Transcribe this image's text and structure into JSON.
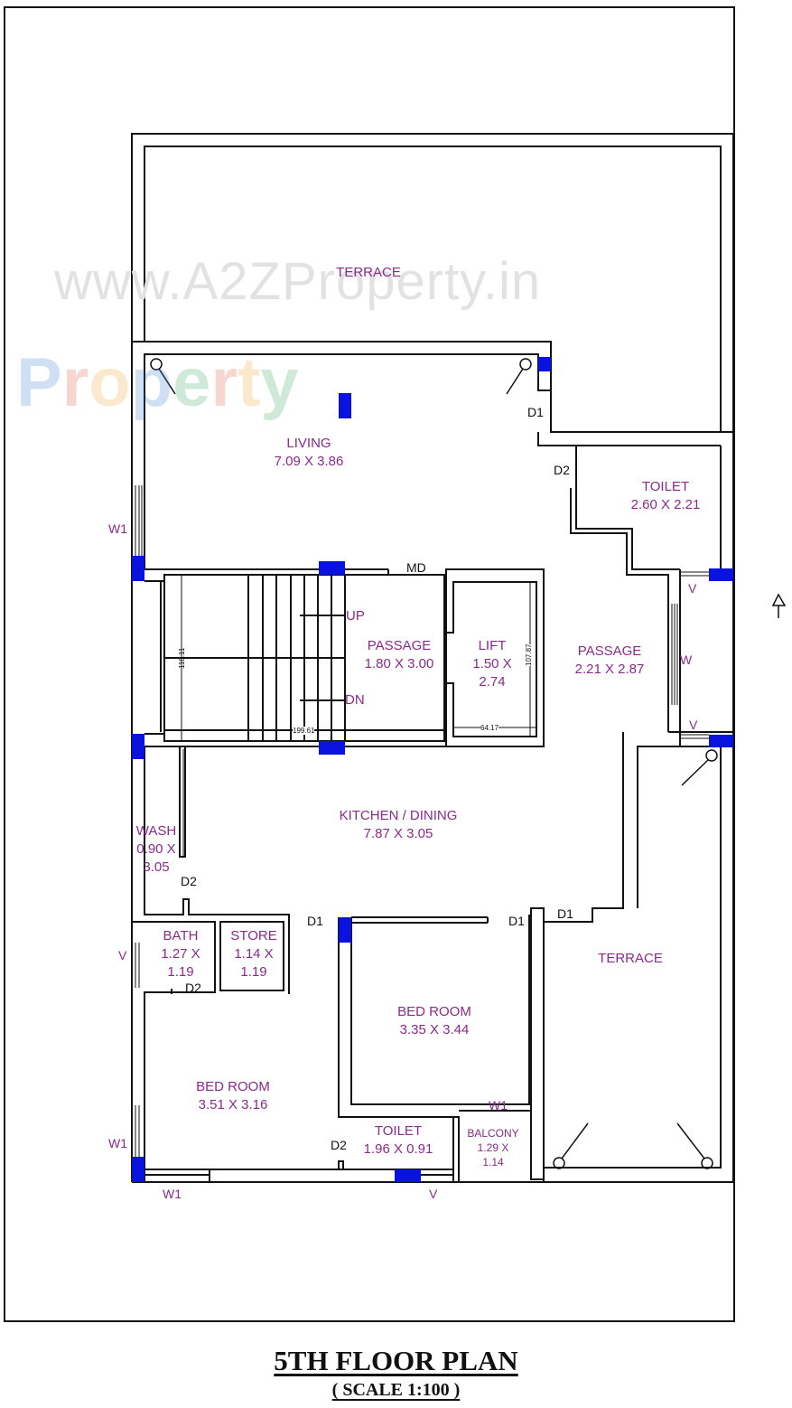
{
  "watermark": {
    "line1": "www.A2ZProperty.in",
    "line2_letters": [
      "P",
      "r",
      "o",
      "p",
      "e",
      "r",
      "t",
      "y"
    ],
    "line2_colors": [
      "#2f78d0",
      "#d84a2a",
      "#f0a020",
      "#2f78d0",
      "#2aa050",
      "#d84a2a",
      "#f0a020",
      "#2aa050"
    ]
  },
  "rooms": {
    "terrace_top": {
      "name": "TERRACE"
    },
    "living": {
      "name": "LIVING",
      "size": "7.09 X 3.86"
    },
    "toilet_1": {
      "name": "TOILET",
      "size": "2.60 X 2.21"
    },
    "passage_1": {
      "name": "PASSAGE",
      "size": "1.80 X 3.00"
    },
    "lift": {
      "name": "LIFT",
      "size_line1": "1.50 X",
      "size_line2": "2.74"
    },
    "passage_2": {
      "name": "PASSAGE",
      "size": "2.21 X 2.87"
    },
    "kitchen": {
      "name": "KITCHEN / DINING",
      "size": "7.87 X 3.05"
    },
    "wash": {
      "name": "WASH",
      "size_line1": "0.90 X",
      "size_line2": "3.05"
    },
    "bath": {
      "name": "BATH",
      "size_line1": "1.27 X",
      "size_line2": "1.19"
    },
    "store": {
      "name": "STORE",
      "size_line1": "1.14 X",
      "size_line2": "1.19"
    },
    "bedroom_1": {
      "name": "BED ROOM",
      "size": "3.35 X 3.44"
    },
    "bedroom_2": {
      "name": "BED ROOM",
      "size": "3.51 X 3.16"
    },
    "toilet_2": {
      "name": "TOILET",
      "size": "1.96 X 0.91"
    },
    "balcony": {
      "name": "BALCONY",
      "size_line1": "1.29 X",
      "size_line2": "1.14"
    },
    "terrace_right": {
      "name": "TERRACE"
    }
  },
  "tags": {
    "d1_living": "D1",
    "d2_toilet": "D2",
    "md": "MD",
    "up": "UP",
    "dn": "DN",
    "v_toilet": "V",
    "w_passage": "W",
    "v_passage": "V",
    "w1_living": "W1",
    "d2_wash": "D2",
    "d1_bed1_left": "D1",
    "d1_bed1_right": "D1",
    "d1_terrace": "D1",
    "v_bath": "V",
    "d2_bath": "D2",
    "w1_bed2_side": "W1",
    "w1_bed2_bottom": "W1",
    "d2_toilet2": "D2",
    "v_toilet2": "V",
    "w1_balcony": "W1"
  },
  "dimensions": {
    "stair_height": "118.11",
    "stair_width": "199.61",
    "lift_height": "107.87",
    "lift_width": "64.17"
  },
  "colors": {
    "wall": "#111111",
    "column": "#0a12e0",
    "label": "#8b2a8b"
  },
  "title": {
    "main": "5TH FLOOR PLAN",
    "scale": "( SCALE 1:100 )"
  }
}
